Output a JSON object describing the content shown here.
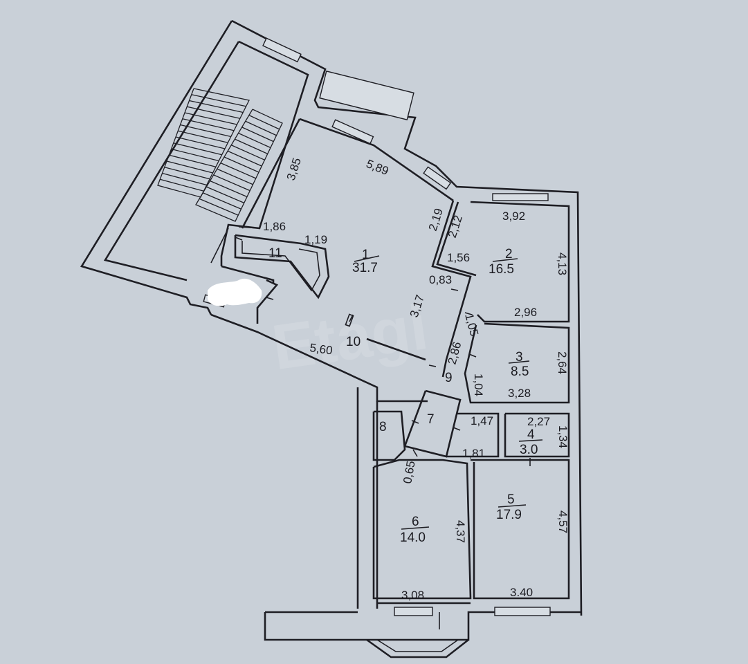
{
  "watermark": "Etagi",
  "rooms": [
    {
      "number": "1",
      "area": "31.7"
    },
    {
      "number": "2",
      "area": "16.5"
    },
    {
      "number": "3",
      "area": "8.5"
    },
    {
      "number": "4",
      "area": "3.0"
    },
    {
      "number": "5",
      "area": "17.9"
    },
    {
      "number": "6",
      "area": "14.0"
    },
    {
      "number": "7",
      "area": ""
    },
    {
      "number": "8",
      "area": ""
    },
    {
      "number": "9",
      "area": ""
    },
    {
      "number": "10",
      "area": ""
    },
    {
      "number": "11",
      "area": ""
    }
  ],
  "dimensions": {
    "room1_left": "3,85",
    "room1_top": "5,89",
    "room1_right_upper": "2,19",
    "room1_nook_a": "1,86",
    "room1_nook_b": "1,19",
    "room1_inner": "3,17",
    "room1_step": "0,83",
    "room2_top": "3,92",
    "room2_right": "4,13",
    "room2_left_upper": "2,12",
    "room2_left_step": "1,56",
    "room2_bottom": "2,96",
    "room3_top_left": "1,05",
    "room3_right": "2,64",
    "room3_bottom": "3,28",
    "room3_left": "1,04",
    "hall_diag": "2,86",
    "hall_bottom": "5,60",
    "room4_top": "2,27",
    "room4_right": "1,34",
    "room5_top_left": "1,47",
    "room5_left_upper": "1,81",
    "room5_right": "4,57",
    "room5_bottom": "3.40",
    "room6_top": "0,65",
    "room6_right": "4,37",
    "room6_bottom": "3,08"
  }
}
